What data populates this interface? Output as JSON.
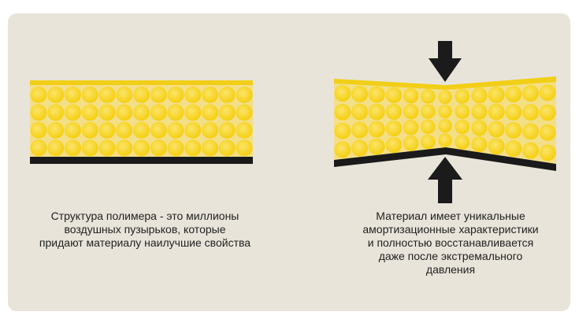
{
  "colors": {
    "background": "#e8e4da",
    "foam_base": "#f4d21a",
    "bubble": "#f7d314",
    "bubble_highlight": "#fbe874",
    "top_film": "#f2cf17",
    "bottom_film": "#1a1a1a",
    "arrow": "#1b1b1b"
  },
  "icons": {
    "press_arrow_top": "arrow-down-icon",
    "press_arrow_bottom": "arrow-up-icon"
  },
  "left_panel": {
    "caption_lines": [
      "Структура полимера - это миллионы",
      "воздушных пузырьков, которые",
      "придают материалу наилучшие свойства"
    ]
  },
  "right_panel": {
    "caption_lines": [
      "Материал имеет уникальные",
      "амортизационные характеристики",
      "и полностью восстанавливается",
      "даже после экстремального",
      "давления"
    ]
  }
}
